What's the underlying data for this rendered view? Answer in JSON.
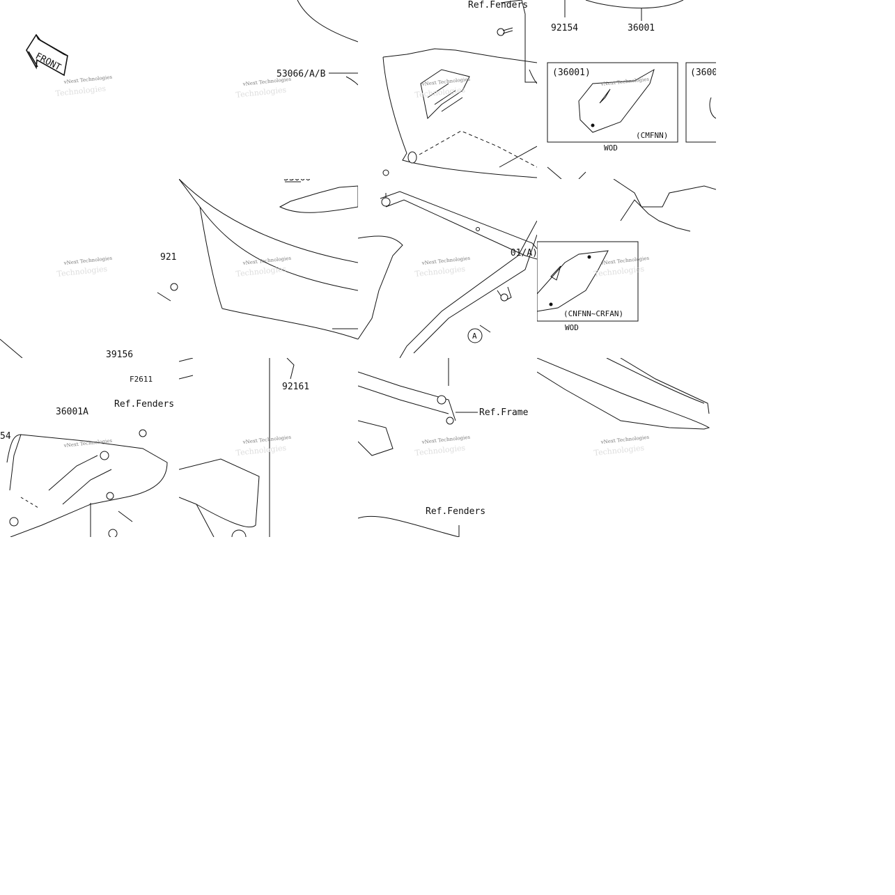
{
  "labels": {
    "front": "FRONT",
    "ref_fenders": "Ref.Fenders",
    "ref_frame": "Ref.Frame",
    "p92154": "92154",
    "p92154_partial": "921",
    "p92154_partial_b": "54",
    "p36001": "36001",
    "p36001_paren": "(36001)",
    "p36001_paren_partial": "(3600",
    "p36001a_paren_partial": "01/A)",
    "p36001a": "36001A",
    "p53066": "53066/A/B",
    "p39156": "39156",
    "p92161": "92161",
    "p53066_partial": "53066",
    "f2611": "F2611",
    "cmfnn": "(CMFNN)",
    "cnfnn": "(CNFNN~CRFAN)",
    "wod": "WOD",
    "circle_a": "A"
  },
  "watermark": {
    "line1": "vNext Technologies",
    "line2": "Technologies"
  },
  "colors": {
    "line": "#111111",
    "watermark": "#777777",
    "background": "#ffffff"
  }
}
